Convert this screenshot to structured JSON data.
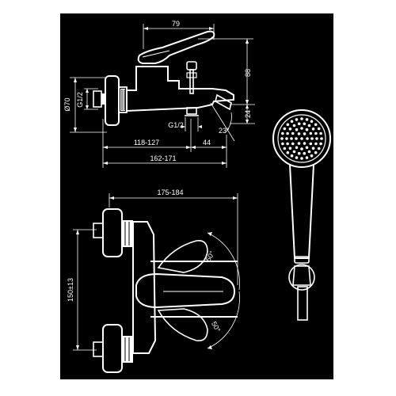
{
  "colors": {
    "background": "#000000",
    "line": "#ffffff",
    "page": "#ffffff"
  },
  "side_view": {
    "dim_top": "79",
    "dim_height": "88",
    "dim_diameter": "Ø70",
    "dim_thread_left": "G1/2",
    "dim_thread_outlet": "G1/2",
    "dim_outlet_height": "24",
    "dim_angle": "23°",
    "dim_spout_offset": "44",
    "dim_span_a": "118-127",
    "dim_span_b": "162-171"
  },
  "front_view": {
    "dim_width": "175-184",
    "dim_centers": "150±13",
    "angle_up": "50°",
    "angle_down": "50°"
  },
  "hand_shower": {}
}
